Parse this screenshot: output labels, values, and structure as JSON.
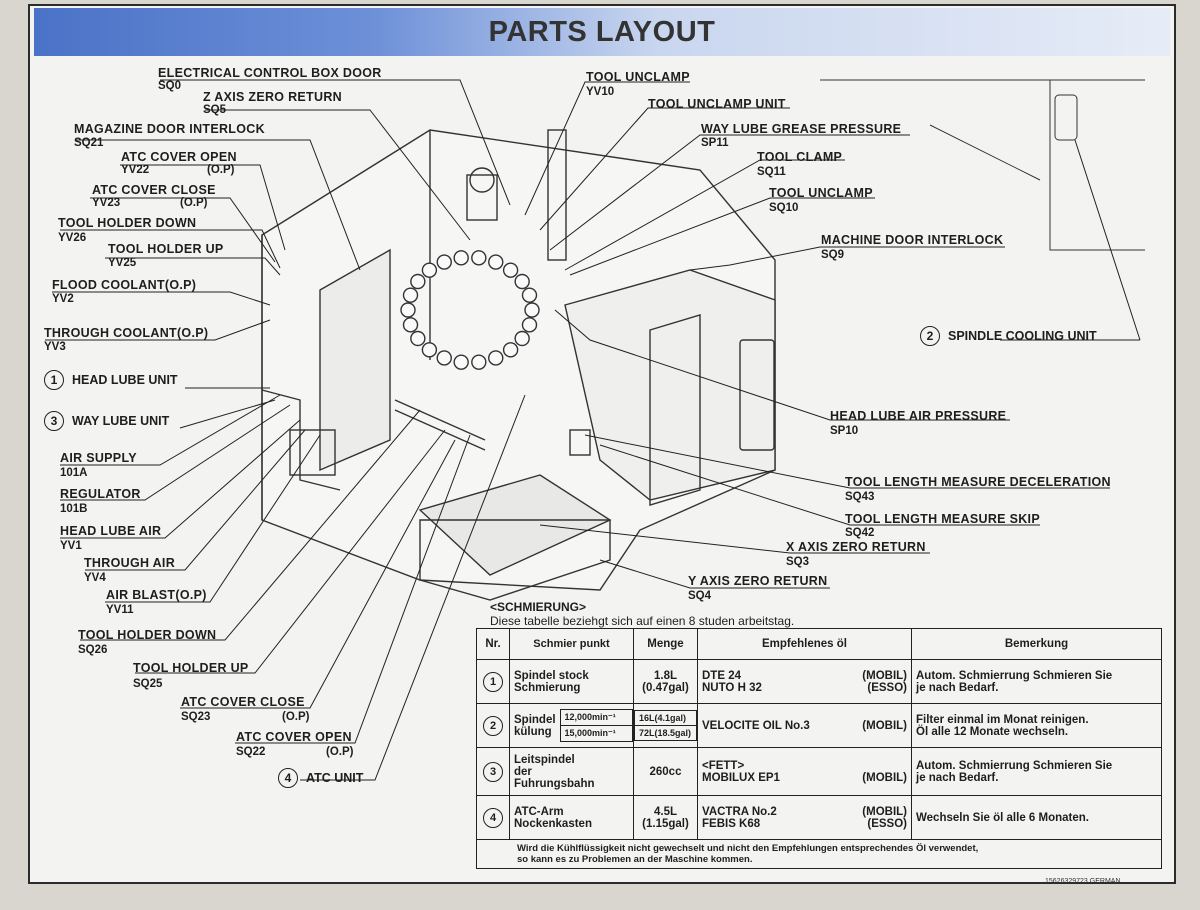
{
  "title": "PARTS LAYOUT",
  "left_labels": [
    {
      "name": "ELECTRICAL CONTROL BOX DOOR",
      "code": "SQ0"
    },
    {
      "name": "Z AXIS ZERO RETURN",
      "code": "SQ5"
    },
    {
      "name": "MAGAZINE DOOR INTERLOCK",
      "code": "SQ21"
    },
    {
      "name": "ATC COVER OPEN",
      "code": "YV22",
      "opt": "(O.P)"
    },
    {
      "name": "ATC COVER CLOSE",
      "code": "YV23",
      "opt": "(O.P)"
    },
    {
      "name": "TOOL HOLDER DOWN",
      "code": "YV26"
    },
    {
      "name": "TOOL HOLDER UP",
      "code": "YV25"
    },
    {
      "name": "FLOOD COOLANT(O.P)",
      "code": "YV2"
    },
    {
      "name": "THROUGH COOLANT(O.P)",
      "code": "YV3"
    },
    {
      "name": "AIR SUPPLY",
      "code": "101A"
    },
    {
      "name": "REGULATOR",
      "code": "101B"
    },
    {
      "name": "HEAD LUBE AIR",
      "code": "YV1"
    },
    {
      "name": "THROUGH AIR",
      "code": "YV4"
    },
    {
      "name": "AIR BLAST(O.P)",
      "code": "YV11"
    },
    {
      "name": "TOOL HOLDER DOWN",
      "code": "SQ26"
    },
    {
      "name": "TOOL HOLDER UP",
      "code": "SQ25"
    },
    {
      "name": "ATC COVER CLOSE",
      "code": "SQ23",
      "opt": "(O.P)"
    },
    {
      "name": "ATC COVER OPEN",
      "code": "SQ22",
      "opt": "(O.P)"
    }
  ],
  "right_labels": [
    {
      "name": "TOOL UNCLAMP",
      "code": "YV10"
    },
    {
      "name": "TOOL UNCLAMP UNIT",
      "code": ""
    },
    {
      "name": "WAY LUBE GREASE PRESSURE",
      "code": "SP11"
    },
    {
      "name": "TOOL CLAMP",
      "code": "SQ11"
    },
    {
      "name": "TOOL UNCLAMP",
      "code": "SQ10"
    },
    {
      "name": "MACHINE DOOR INTERLOCK",
      "code": "SQ9"
    },
    {
      "name": "HEAD LUBE AIR PRESSURE",
      "code": "SP10"
    },
    {
      "name": "TOOL LENGTH MEASURE DECELERATION",
      "code": "SQ43"
    },
    {
      "name": "TOOL LENGTH MEASURE SKIP",
      "code": "SQ42"
    },
    {
      "name": "X AXIS ZERO RETURN",
      "code": "SQ3"
    },
    {
      "name": "Y AXIS ZERO RETURN",
      "code": "SQ4"
    }
  ],
  "units": [
    {
      "num": "1",
      "name": "HEAD LUBE UNIT"
    },
    {
      "num": "3",
      "name": "WAY LUBE UNIT"
    },
    {
      "num": "2",
      "name": "SPINDLE COOLING UNIT"
    },
    {
      "num": "4",
      "name": "ATC UNIT"
    }
  ],
  "lube": {
    "heading": "<SCHMIERUNG>",
    "subheading": "Diese tabelle beziehgt sich auf einen 8 studen arbeitstag.",
    "headers": [
      "Nr.",
      "Schmier punkt",
      "Menge",
      "Empfehlenes öl",
      "Bemerkung"
    ],
    "rows": [
      {
        "nr": "1",
        "point": [
          "Spindel stock",
          "Schmierung"
        ],
        "menge": [
          "1.8L",
          "(0.47gal)"
        ],
        "oil": [
          [
            "DTE 24",
            "(MOBIL)"
          ],
          [
            "NUTO H 32",
            "(ESSO)"
          ]
        ],
        "note": [
          "Autom. Schmierrung Schmieren Sie",
          "je nach Bedarf."
        ]
      },
      {
        "nr": "2",
        "point": [
          "Spindel",
          "külung"
        ],
        "sub": [
          [
            "12,000min⁻¹",
            "16L(4.1gal)"
          ],
          [
            "15,000min⁻¹",
            "72L(18.5gal)"
          ]
        ],
        "oil": [
          [
            "VELOCITE OIL No.3",
            "(MOBIL)"
          ]
        ],
        "note": [
          "Filter einmal im Monat reinigen.",
          "Öl alle 12 Monate wechseln."
        ]
      },
      {
        "nr": "3",
        "point": [
          "Leitspindel",
          "der",
          "Fuhrungsbahn"
        ],
        "menge": [
          "260cc"
        ],
        "oil": [
          [
            "<FETT>",
            ""
          ],
          [
            "MOBILUX EP1",
            "(MOBIL)"
          ]
        ],
        "note": [
          "Autom. Schmierrung Schmieren Sie",
          "je nach Bedarf."
        ]
      },
      {
        "nr": "4",
        "point": [
          "ATC-Arm",
          "Nockenkasten"
        ],
        "menge": [
          "4.5L",
          "(1.15gal)"
        ],
        "oil": [
          [
            "VACTRA No.2",
            "(MOBIL)"
          ],
          [
            "FEBIS K68",
            "(ESSO)"
          ]
        ],
        "note": [
          "Wechseln Sie öl alle 6 Monaten."
        ]
      }
    ],
    "footer": [
      "Wird die Kühlflüssigkeit nicht gewechselt und nicht den Empfehlungen entsprechendes Öl verwendet,",
      "so kann es zu Problemen an der Maschine kommen."
    ]
  },
  "part_number": "15626329723 GERMAN"
}
